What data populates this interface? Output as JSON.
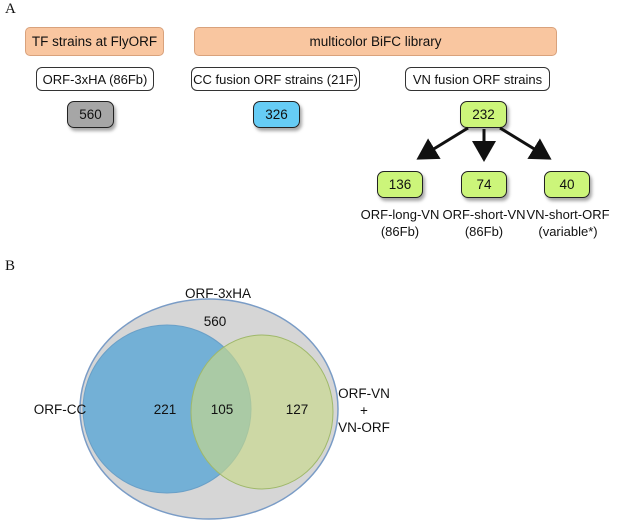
{
  "panel_a": {
    "label": "A",
    "header_tf": "TF strains at FlyORF",
    "header_bifc": "multicolor BiFC library",
    "label_orf_ha": "ORF-3xHA (86Fb)",
    "label_cc": "CC fusion ORF strains (21F)",
    "label_vn": "VN fusion ORF strains",
    "count_ha": "560",
    "count_cc": "326",
    "count_vn": "232",
    "sub_counts": [
      "136",
      "74",
      "40"
    ],
    "sub_captions": [
      [
        "ORF-long-VN",
        "(86Fb)"
      ],
      [
        "ORF-short-VN",
        "(86Fb)"
      ],
      [
        "VN-short-ORF",
        "(variable*)"
      ]
    ]
  },
  "panel_b": {
    "label": "B",
    "set_outer_label": "ORF-3xHA",
    "set_outer_count": "560",
    "set_left_label": "ORF-CC",
    "set_right_label_lines": [
      "ORF-VN",
      "+",
      "VN-ORF"
    ],
    "region_left": "221",
    "region_overlap": "105",
    "region_right": "127"
  },
  "colors": {
    "header_fill": "#f9c6a0",
    "gray_box": "#a6a6a6",
    "cyan_box": "#66ccf5",
    "green_box": "#ccf57a",
    "venn_outer": "#d6d6d6",
    "venn_left": "#6eaed6",
    "venn_right": "#c8d88a"
  }
}
